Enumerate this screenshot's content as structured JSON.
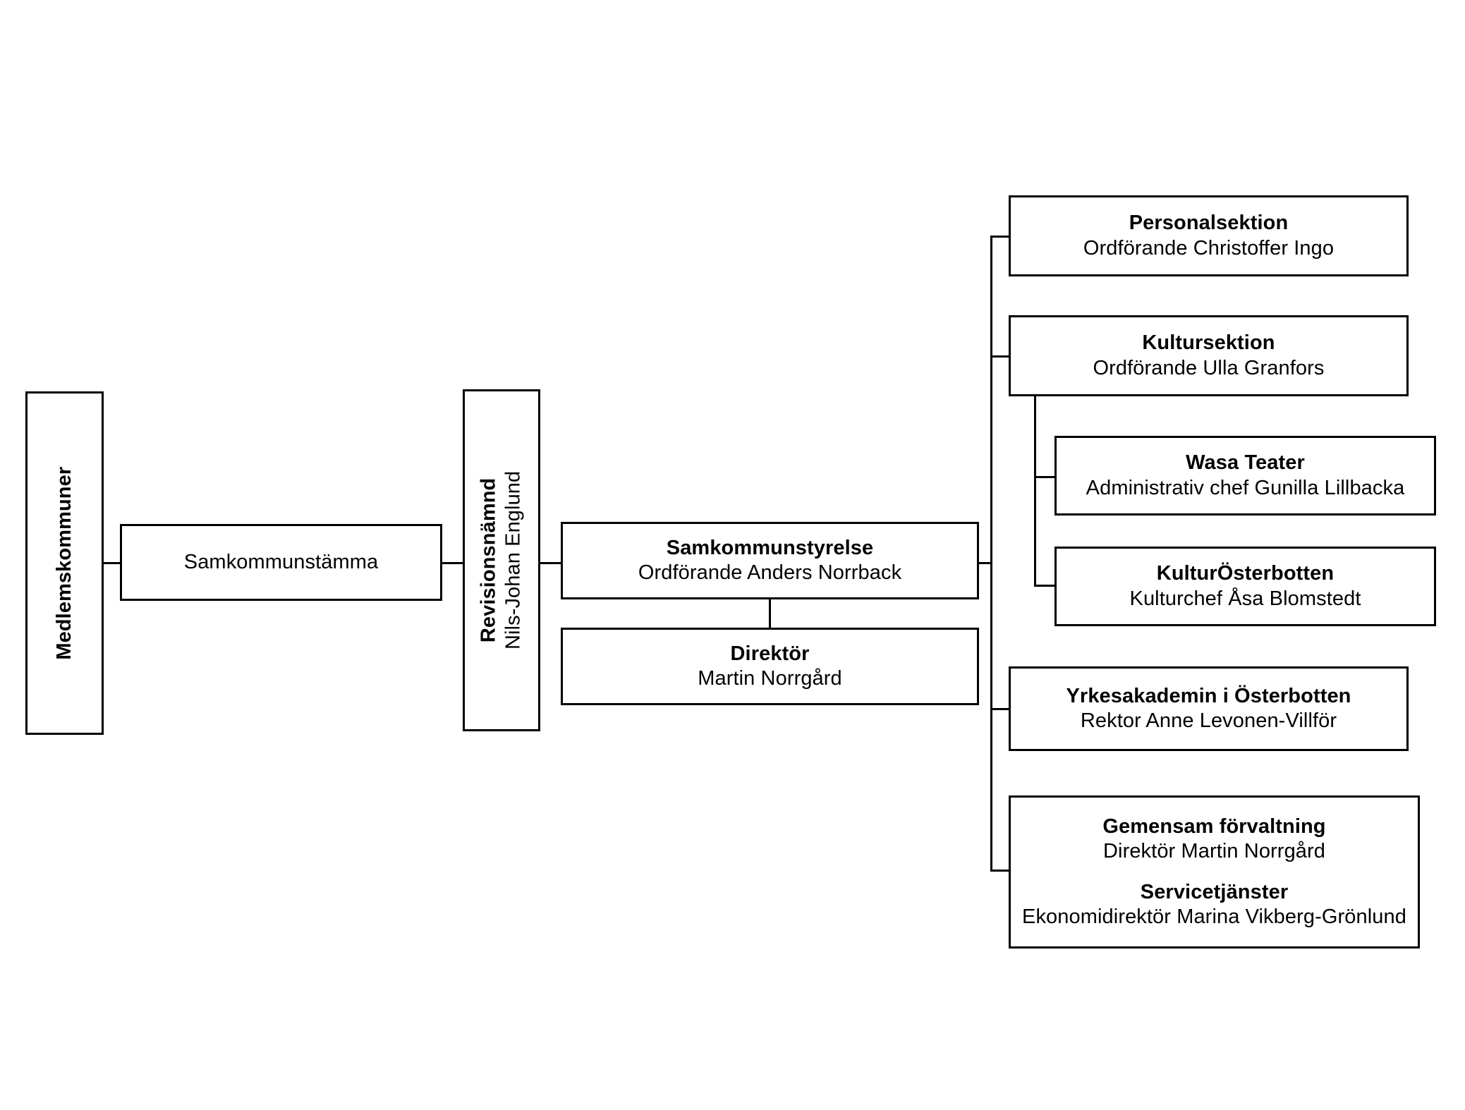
{
  "diagram": {
    "type": "organizational-chart",
    "language": "sv",
    "line_color": "#000000",
    "box_fill": "#ffffff",
    "background": "#ffffff"
  },
  "nodes": {
    "medlemskommuner": {
      "title": "Medlemskommuner",
      "subtitle": "",
      "orientation": "vertical"
    },
    "samkommunstamma": {
      "title": "",
      "subtitle": "Samkommunstämma",
      "orientation": "horizontal"
    },
    "revisionsnamnd": {
      "title": "Revisionsnämnd",
      "subtitle": "Nils-Johan Englund",
      "orientation": "vertical"
    },
    "samkommunstyrelse": {
      "title": "Samkommunstyrelse",
      "subtitle": "Ordförande Anders Norrback",
      "orientation": "horizontal"
    },
    "direktor": {
      "title": "Direktör",
      "subtitle": "Martin Norrgård",
      "orientation": "horizontal"
    },
    "personalsektion": {
      "title": "Personalsektion",
      "subtitle": "Ordförande Christoffer Ingo",
      "orientation": "horizontal"
    },
    "kultursektion": {
      "title": "Kultursektion",
      "subtitle": "Ordförande Ulla Granfors",
      "orientation": "horizontal"
    },
    "wasa_teater": {
      "title": "Wasa Teater",
      "subtitle": "Administrativ chef Gunilla Lillbacka",
      "orientation": "horizontal"
    },
    "kulturosterbotten": {
      "title": "KulturÖsterbotten",
      "subtitle": "Kulturchef Åsa Blomstedt",
      "orientation": "horizontal"
    },
    "yrkesakademin": {
      "title": "Yrkesakademin i Österbotten",
      "subtitle": "Rektor Anne Levonen-Villför",
      "orientation": "horizontal"
    },
    "gemensam_forvaltning": {
      "title": "Gemensam förvaltning",
      "subtitle": "Direktör Martin Norrgård",
      "title2": "Servicetjänster",
      "subtitle2": "Ekonomidirektör Marina Vikberg-Grönlund",
      "orientation": "horizontal"
    }
  }
}
